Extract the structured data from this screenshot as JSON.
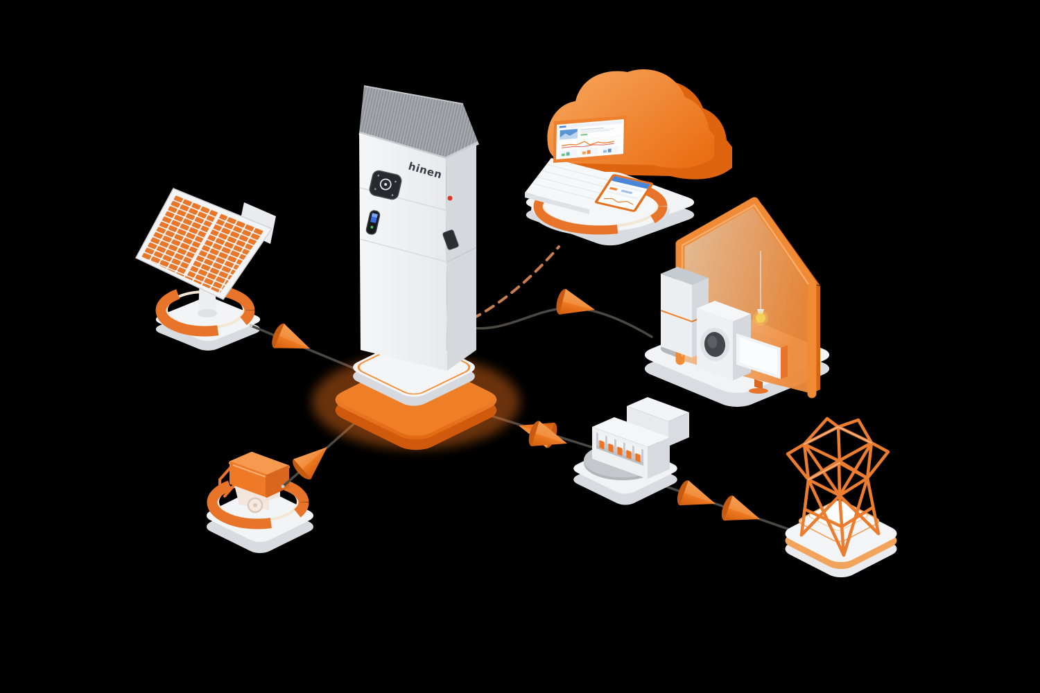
{
  "background_color": "#000000",
  "brand": {
    "logo_text": "hinen",
    "logo_color": "#3a3f45"
  },
  "palette": {
    "accent_orange": "#ee7a22",
    "deep_orange": "#d7640f",
    "light_orange": "#f6a55d",
    "surface_white": "#f4f5f7",
    "surface_shadow": "#d8dbdf",
    "heatsink_gray": "#a7abb0",
    "wire_gray": "#4c4844",
    "screen_blue": "#4a86d8",
    "led_blue": "#3d6fe0",
    "led_green": "#46c257",
    "bulb_yellow": "#f6cf57"
  },
  "components": [
    {
      "id": "solar-panel",
      "name": "Solar panel array"
    },
    {
      "id": "battery-tower",
      "name": "Hinen energy storage tower"
    },
    {
      "id": "cloud-monitoring",
      "name": "Cloud monitoring station with laptop and phone app"
    },
    {
      "id": "home-loads",
      "name": "House with appliances (fridge, washer, TV, lamp)"
    },
    {
      "id": "smart-meter",
      "name": "Breaker / meter box"
    },
    {
      "id": "generator",
      "name": "Backup generator"
    },
    {
      "id": "power-grid",
      "name": "Utility grid transmission tower"
    }
  ],
  "connections": [
    {
      "from": "solar-panel",
      "to": "battery-tower",
      "style": "wire-arrow"
    },
    {
      "from": "generator",
      "to": "battery-tower",
      "style": "wire-arrow"
    },
    {
      "from": "battery-tower",
      "to": "home-loads",
      "style": "wire-arrow"
    },
    {
      "from": "battery-tower",
      "to": "smart-meter",
      "style": "wire-arrows-bidirectional"
    },
    {
      "from": "smart-meter",
      "to": "power-grid",
      "style": "wire-arrows"
    },
    {
      "from": "battery-tower",
      "to": "cloud-monitoring",
      "style": "dashed-wireless-link"
    }
  ]
}
